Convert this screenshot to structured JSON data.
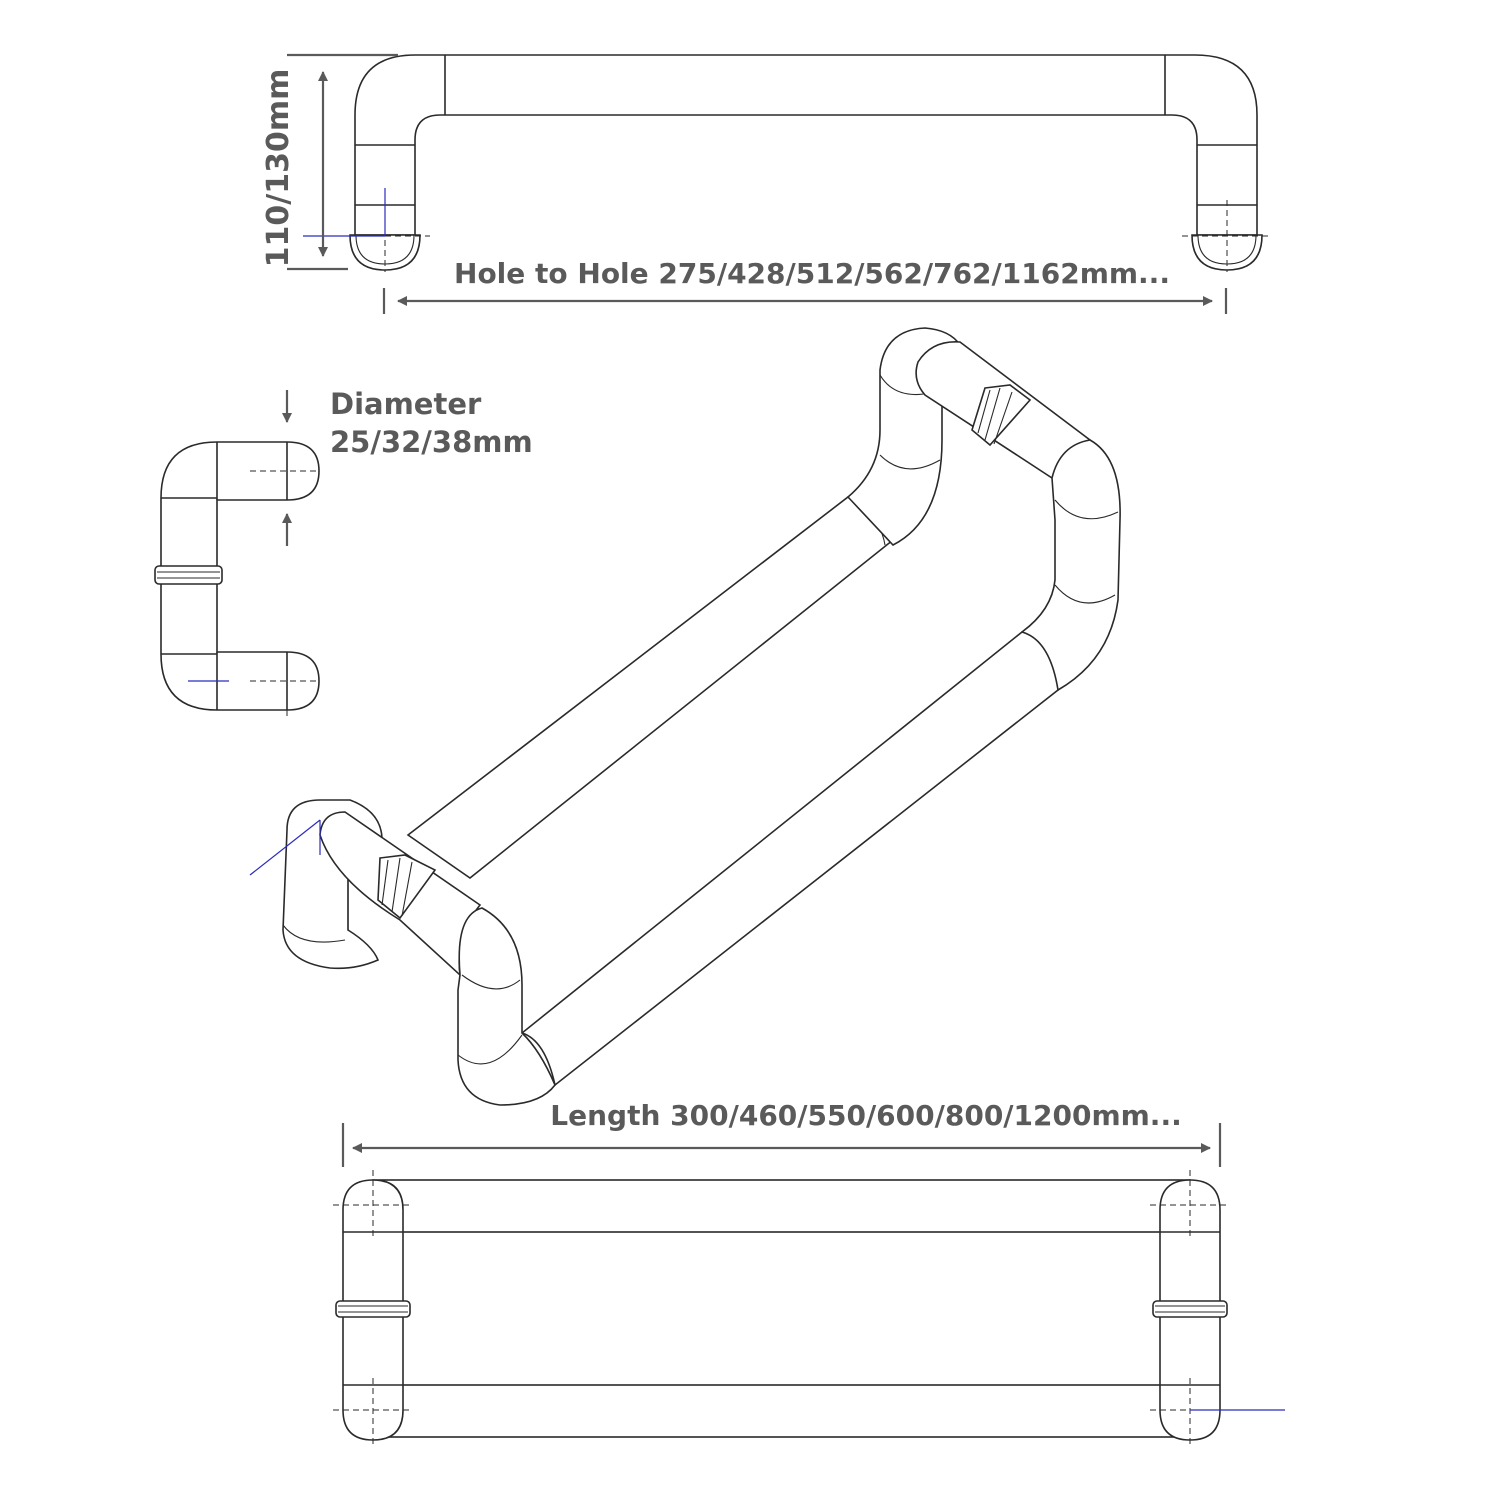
{
  "labels": {
    "height": "110/130mm",
    "hole_to_hole": "Hole to Hole 275/428/512/562/762/1162mm...",
    "diameter_title": "Diameter",
    "diameter_values": "25/32/38mm",
    "length": "Length 300/460/550/600/800/1200mm..."
  },
  "colors": {
    "dimension_text": "#5a5a5a",
    "outline": "#2a2a2a",
    "marker": "#2b2bbf"
  }
}
